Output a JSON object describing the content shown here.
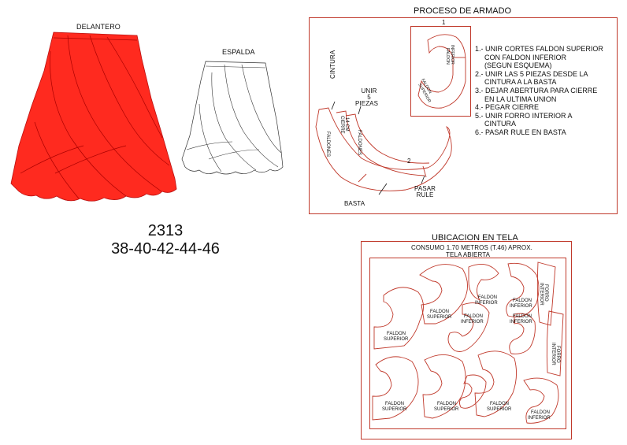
{
  "sketch": {
    "front_label": "DELANTERO",
    "back_label": "ESPALDA",
    "front_color": "#ff2a1f",
    "code": "2313",
    "sizes": "38-40-42-44-46"
  },
  "assembly": {
    "title": "PROCESO DE ARMADO",
    "marker_1": "1",
    "marker_2": "2",
    "labels": {
      "cintura": "CINTURA",
      "unir_line1": "UNIR",
      "unir_line2": "5",
      "unir_line3": "PIEZAS",
      "faldones_a": "FALDONES",
      "cierre_line1": "CIERRE",
      "cierre_line2": "14 CM",
      "faldones_b": "FALDONES",
      "basta": "BASTA",
      "pasar_line1": "PASAR",
      "pasar_line2": "RULE",
      "inset_faldon": "FALDON",
      "inset_superior": "SUPERIOR",
      "inset_faldon2": "FALDON",
      "inset_inferior": "INFERIOR"
    },
    "steps": [
      "1.- UNIR CORTES FALDON SUPERIOR",
      "     CON FALDON INFERIOR",
      "     (SEGUN ESQUEMA)",
      "2.- UNIR LAS 5 PIEZAS DESDE LA",
      "     CINTURA  A  LA  BASTA",
      "3.- DEJAR ABERTURA PARA CIERRE",
      "     EN LA ULTIMA UNION",
      "4.- PEGAR CIERRE",
      "5.- UNIR  FORRO INTERIOR A",
      "     CINTURA",
      "6.- PASAR RULE EN BASTA"
    ]
  },
  "layout": {
    "title": "UBICACION EN TELA",
    "consumo": "CONSUMO 1.70 METROS (T.46) APROX.",
    "tela": "TELA ABIERTA",
    "faldon": "FALDON",
    "superior": "SUPERIOR",
    "inferior": "INFERIOR",
    "forro": "FORRO",
    "interior": "INTERIOR"
  },
  "colors": {
    "pattern_line": "#c0392b",
    "skirt_red": "#ff2a1f"
  }
}
